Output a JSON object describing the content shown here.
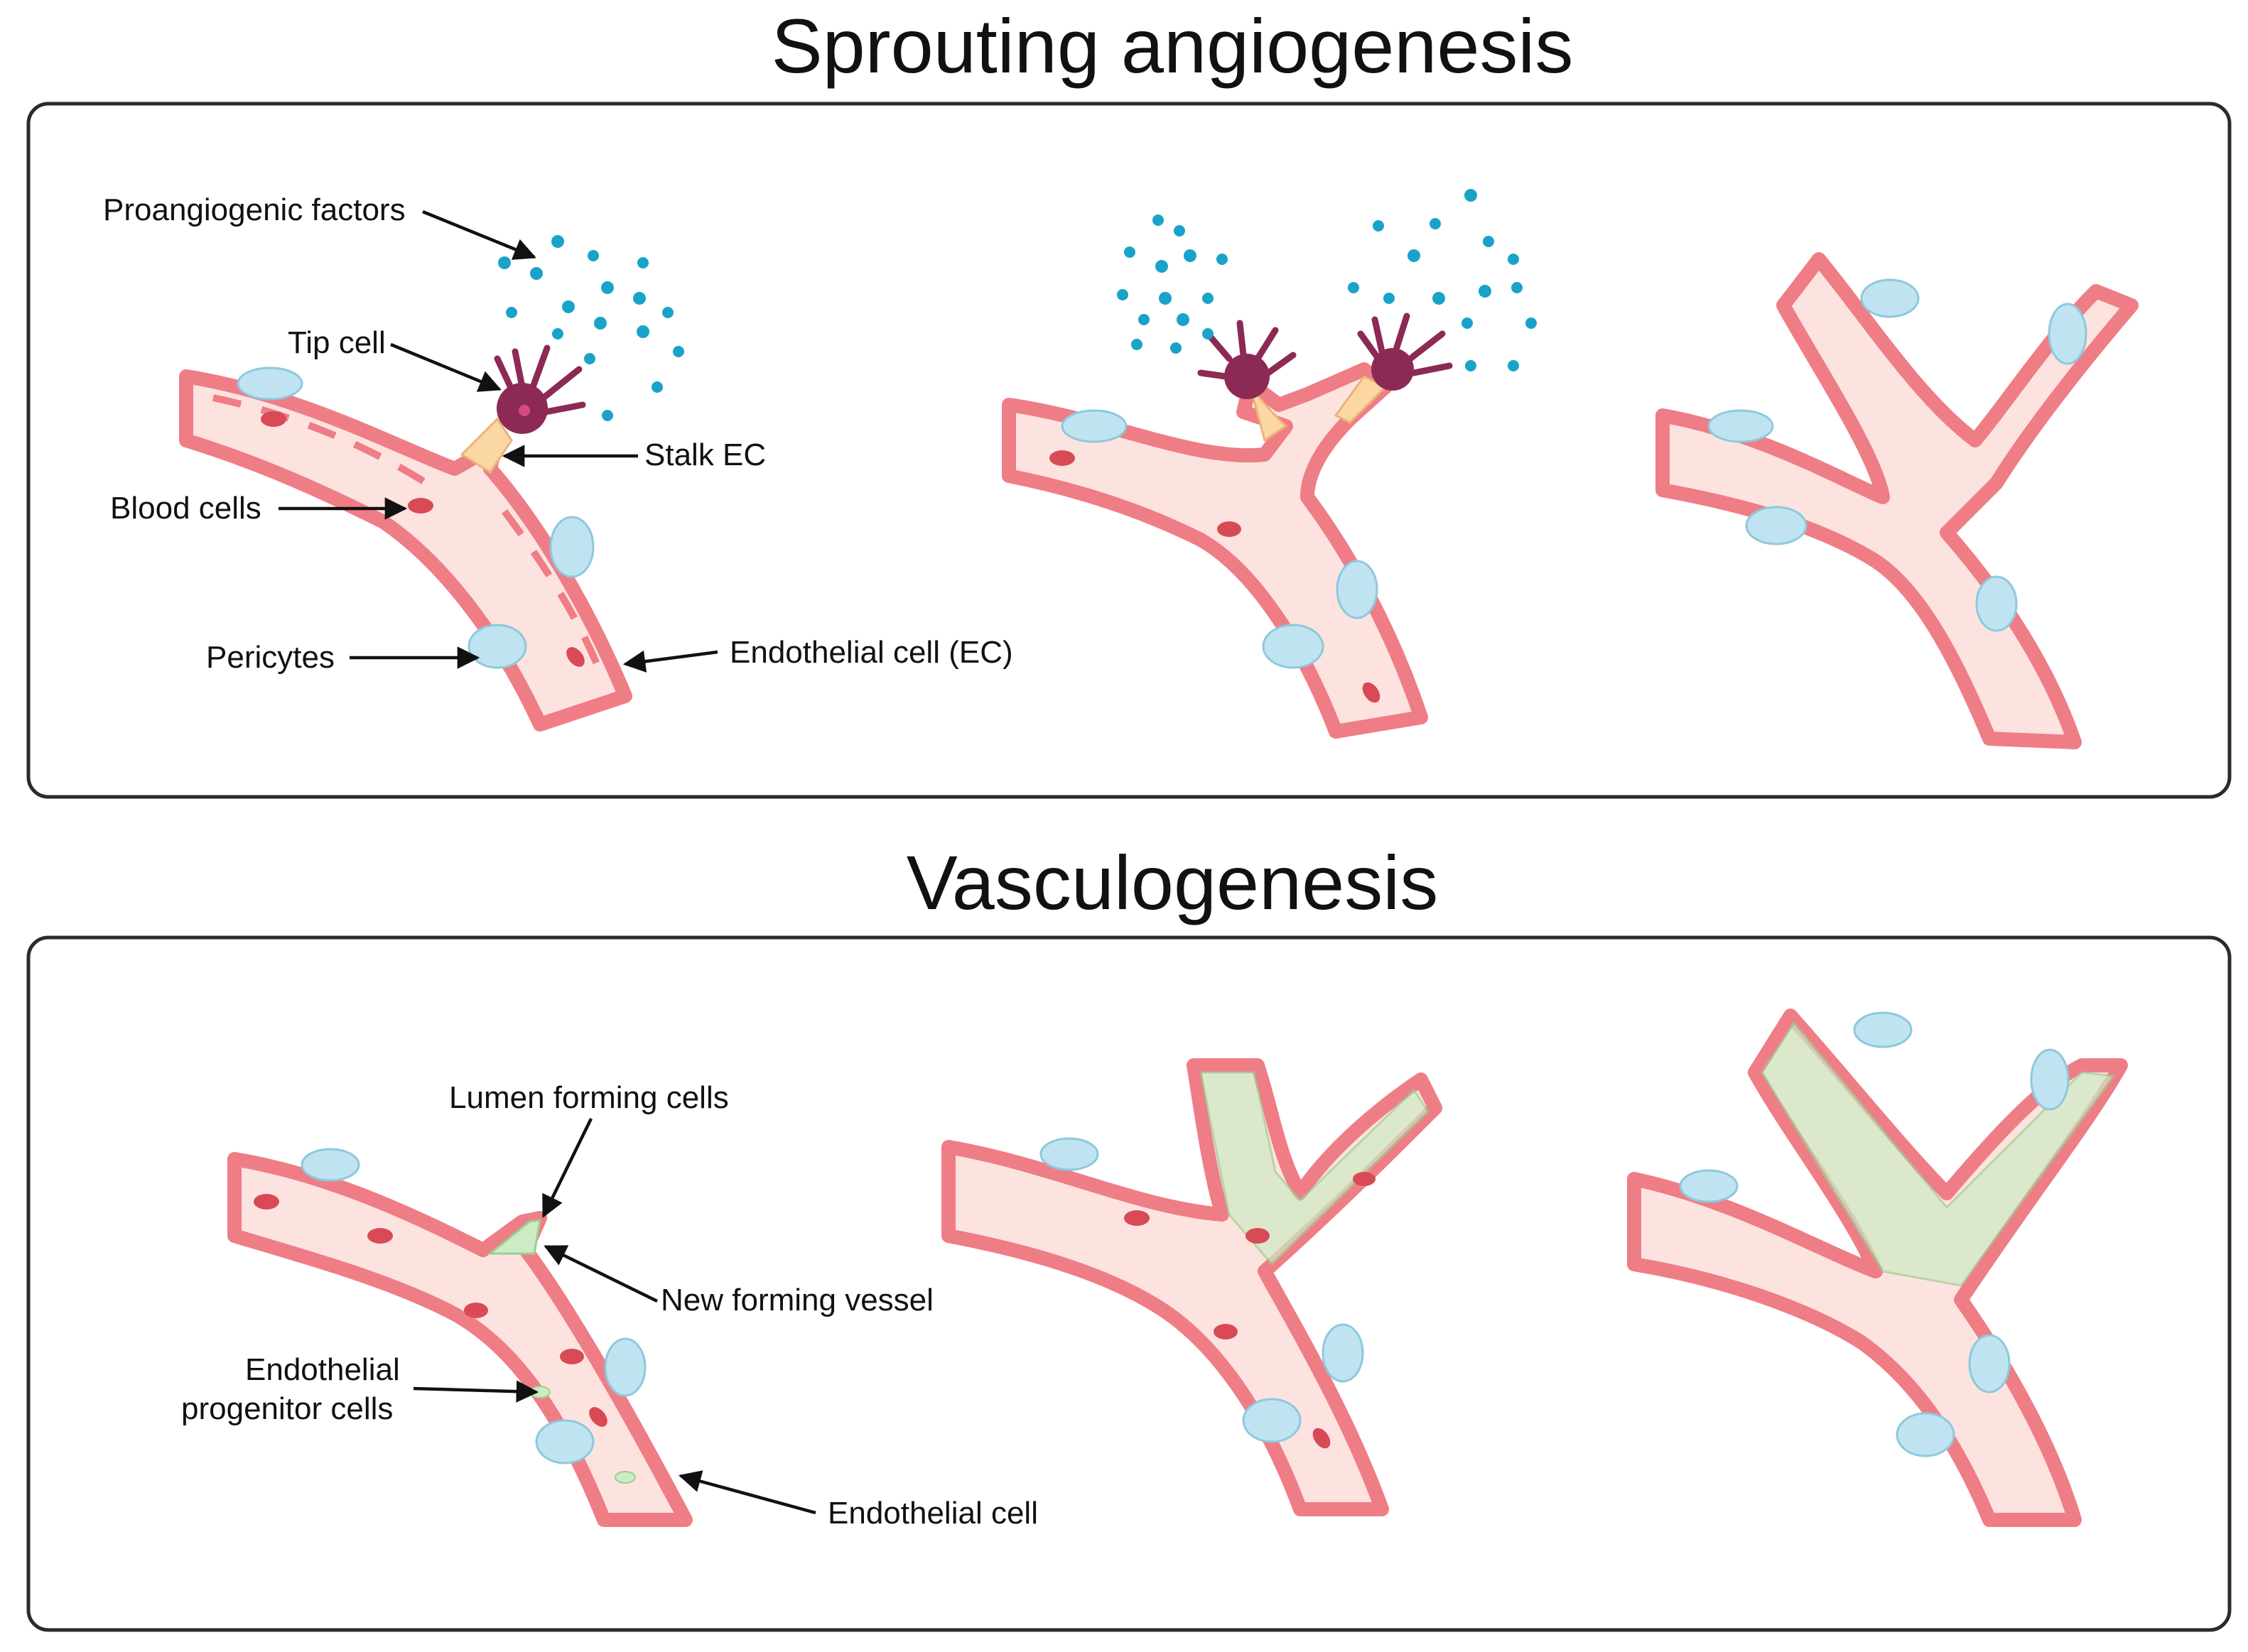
{
  "sections": [
    {
      "title": "Sprouting angiogenesis",
      "labels": {
        "proangiogenic_factors": "Proangiogenic factors",
        "tip_cell": "Tip cell",
        "stalk_ec": "Stalk EC",
        "blood_cells": "Blood cells",
        "pericytes": "Pericytes",
        "endothelial_cell_ec": "Endothelial cell (EC)"
      }
    },
    {
      "title": "Vasculogenesis",
      "labels": {
        "lumen_forming_cells": "Lumen forming cells",
        "new_forming_vessel": "New forming vessel",
        "endothelial_progenitor_cells_line1": "Endothelial",
        "endothelial_progenitor_cells_line2": "progenitor cells",
        "endothelial_cell": "Endothelial cell"
      }
    }
  ],
  "colors": {
    "vessel_lumen": "#fde3df",
    "endothelial": "#ef7d86",
    "blood_cell": "#d94a57",
    "pericyte": "#bfe3f0",
    "tip_cell": "#8c2a55",
    "stalk": "#fbd7a4",
    "factor": "#1aa3c9",
    "progenitor": "#cdebc5"
  }
}
